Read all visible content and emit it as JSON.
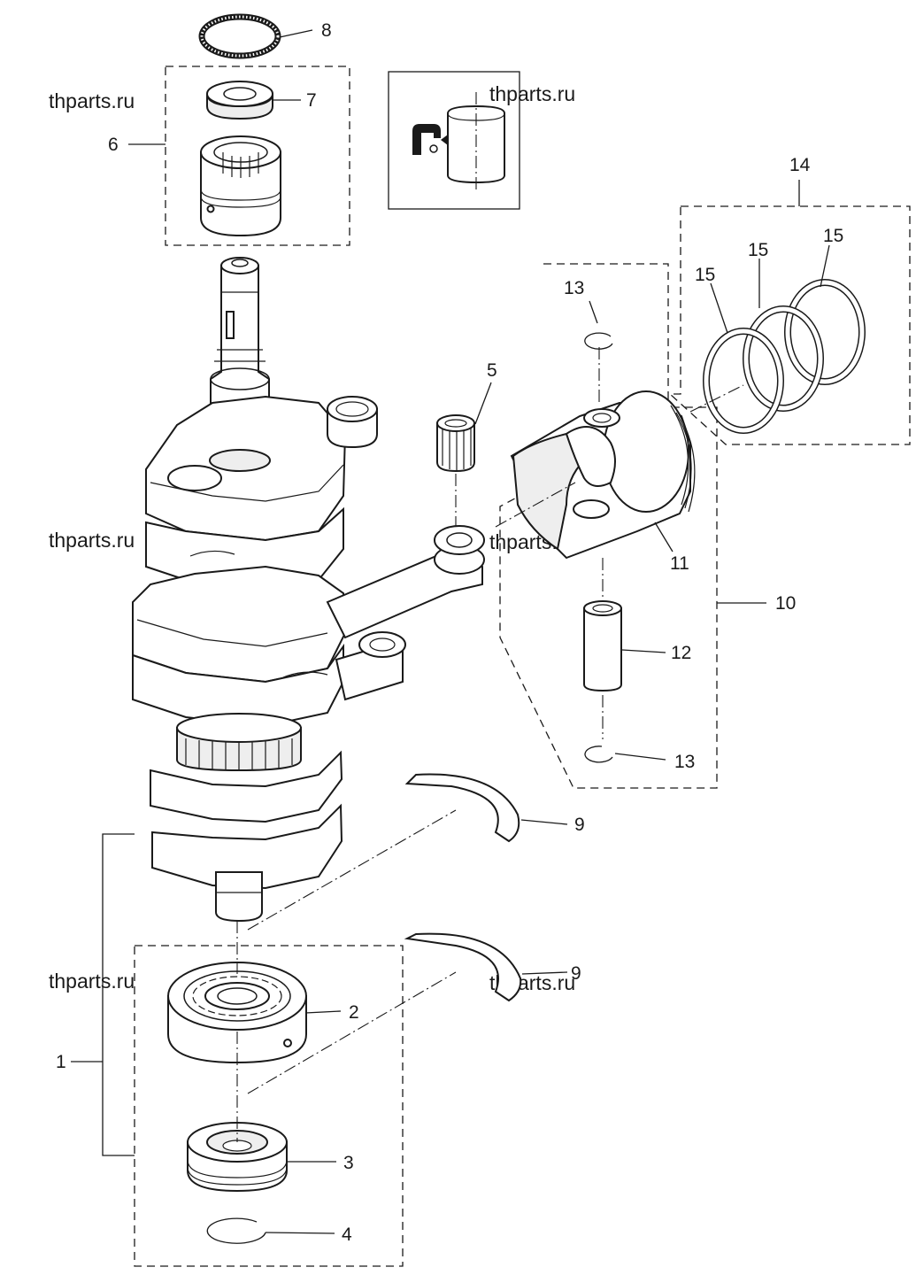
{
  "watermark": "thparts.ru",
  "callouts": {
    "c1": "1",
    "c2": "2",
    "c3": "3",
    "c4": "4",
    "c5": "5",
    "c6": "6",
    "c7": "7",
    "c8": "8",
    "c9a": "9",
    "c9b": "9",
    "c10": "10",
    "c11": "11",
    "c12": "12",
    "c13a": "13",
    "c13b": "13",
    "c14": "14",
    "c15a": "15",
    "c15b": "15",
    "c15c": "15"
  },
  "inset_symbol": "lubricant-icon"
}
